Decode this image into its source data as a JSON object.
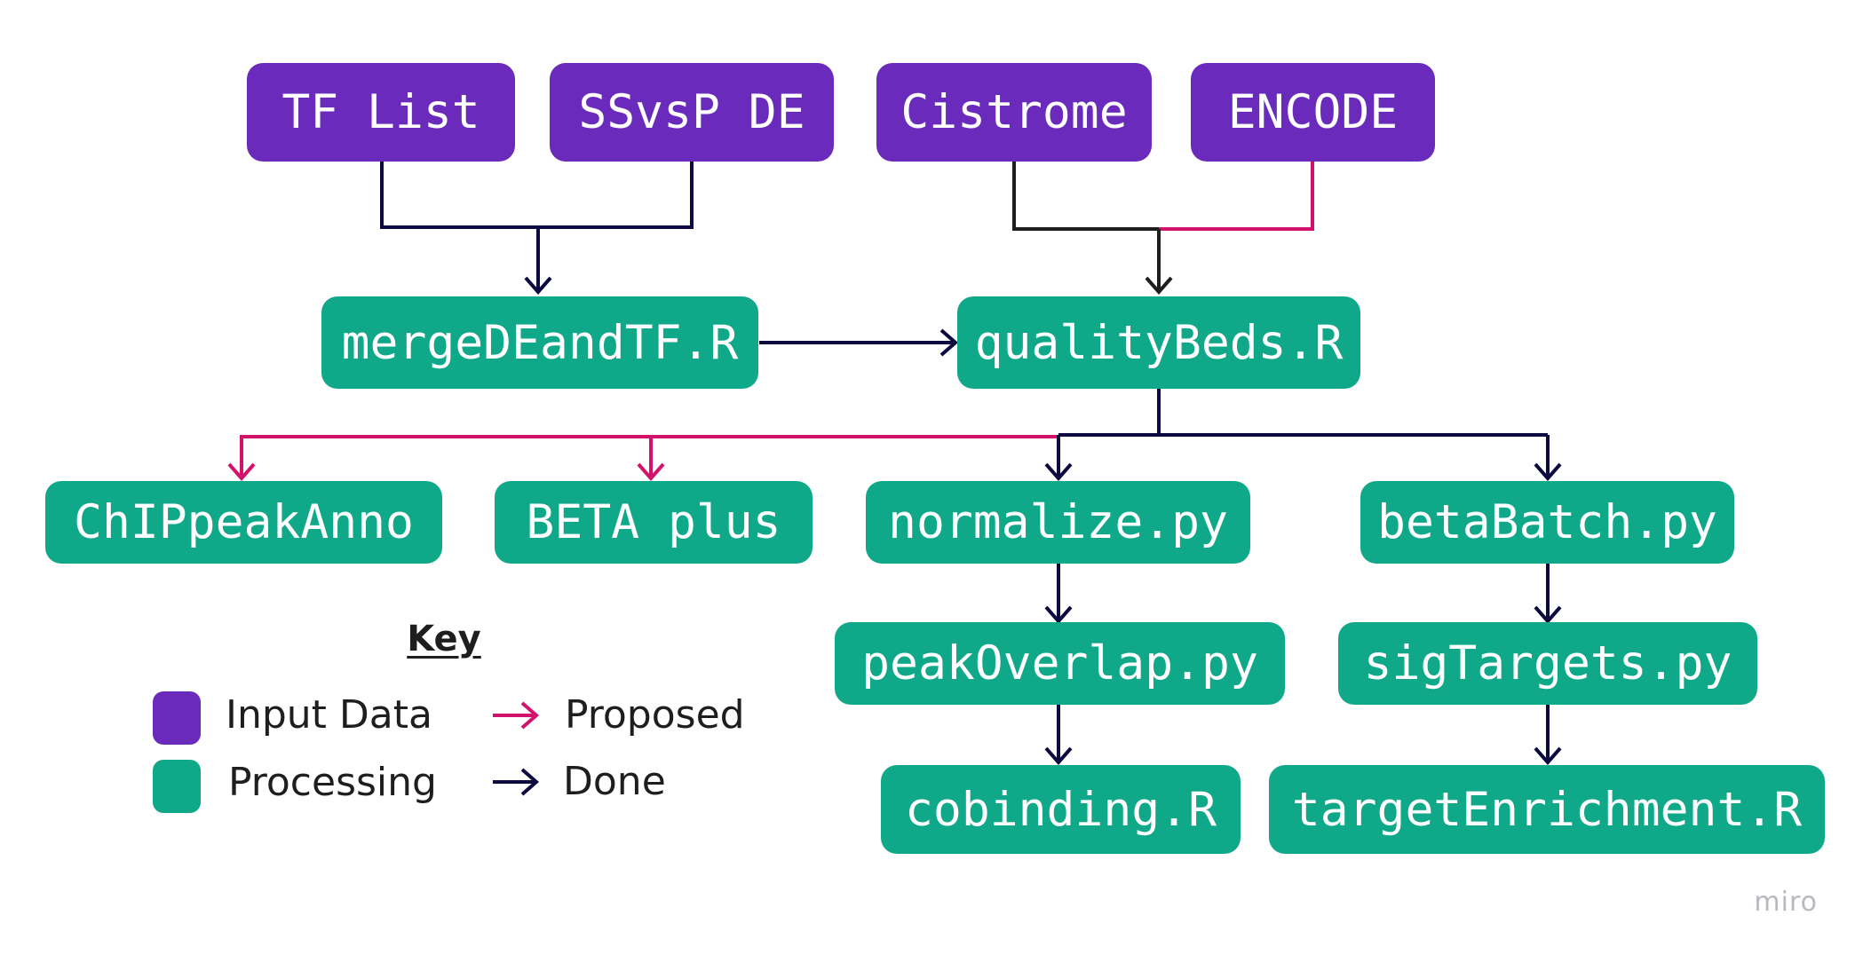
{
  "colors": {
    "input_data": "#6a2bbd",
    "processing": "#0fa888",
    "done_arrow": "#0c0a3e",
    "proposed_arrow": "#d3126b",
    "key_text": "#1e1e1e"
  },
  "nodes": {
    "tf_list": "TF List",
    "ssvsp_de": "SSvsP DE",
    "cistrome": "Cistrome",
    "encode": "ENCODE",
    "merge_de_and_tf": "mergeDEandTF.R",
    "quality_beds": "qualityBeds.R",
    "chippeakanno": "ChIPpeakAnno",
    "beta_plus": "BETA plus",
    "normalize": "normalize.py",
    "beta_batch": "betaBatch.py",
    "peak_overlap": "peakOverlap.py",
    "sig_targets": "sigTargets.py",
    "cobinding": "cobinding.R",
    "target_enrichment": "targetEnrichment.R"
  },
  "key": {
    "title": "Key",
    "input_data": "Input Data",
    "processing": "Processing",
    "proposed": "Proposed",
    "done": "Done"
  },
  "edges": [
    {
      "from": "TF List",
      "to": "mergeDEandTF.R",
      "status": "done"
    },
    {
      "from": "SSvsP DE",
      "to": "mergeDEandTF.R",
      "status": "done"
    },
    {
      "from": "Cistrome",
      "to": "qualityBeds.R",
      "status": "done"
    },
    {
      "from": "ENCODE",
      "to": "qualityBeds.R",
      "status": "proposed"
    },
    {
      "from": "mergeDEandTF.R",
      "to": "qualityBeds.R",
      "status": "done"
    },
    {
      "from": "qualityBeds.R",
      "to": "ChIPpeakAnno",
      "status": "proposed"
    },
    {
      "from": "qualityBeds.R",
      "to": "BETA plus",
      "status": "proposed"
    },
    {
      "from": "qualityBeds.R",
      "to": "normalize.py",
      "status": "done"
    },
    {
      "from": "qualityBeds.R",
      "to": "betaBatch.py",
      "status": "done"
    },
    {
      "from": "normalize.py",
      "to": "peakOverlap.py",
      "status": "done"
    },
    {
      "from": "peakOverlap.py",
      "to": "cobinding.R",
      "status": "done"
    },
    {
      "from": "betaBatch.py",
      "to": "sigTargets.py",
      "status": "done"
    },
    {
      "from": "sigTargets.py",
      "to": "targetEnrichment.R",
      "status": "done"
    }
  ],
  "watermark": "miro"
}
